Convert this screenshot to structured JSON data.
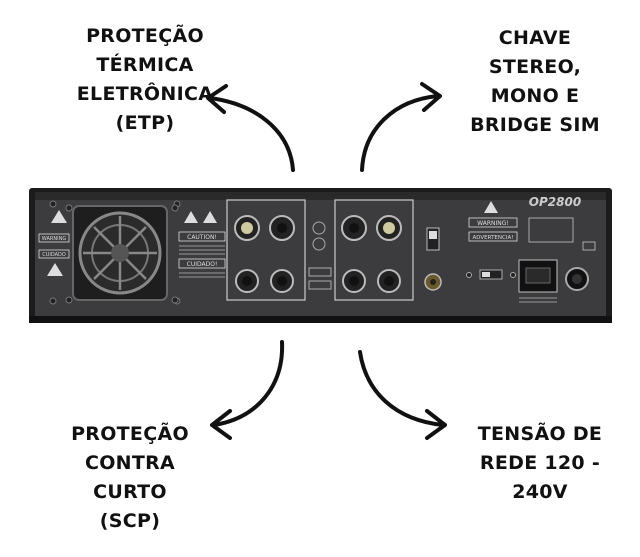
{
  "labels": {
    "top_left": [
      "PROTEÇÃO",
      "TÉRMICA",
      "ELETRÔNICA",
      "(ETP)"
    ],
    "top_right": [
      "CHAVE",
      "STEREO,",
      "MONO E",
      "BRIDGE SIM"
    ],
    "bottom_left": [
      "PROTEÇÃO",
      "CONTRA",
      "CURTO",
      "(SCP)"
    ],
    "bottom_right": [
      "TENSÃO DE",
      "REDE 120 -",
      "240V"
    ]
  },
  "amplifier": {
    "model": "OP2800",
    "warning_left": "WARNING",
    "cuidado_left": "CUIDADO",
    "caution": "CAUTION!",
    "cuidado_center": "CUIDADO!",
    "warning_right": "WARNING!",
    "advertencia": "ADVERTENCIA!",
    "colors": {
      "panel": "#3c3c3e",
      "frame": "#1b1b1c",
      "arrow": "#111111"
    }
  }
}
